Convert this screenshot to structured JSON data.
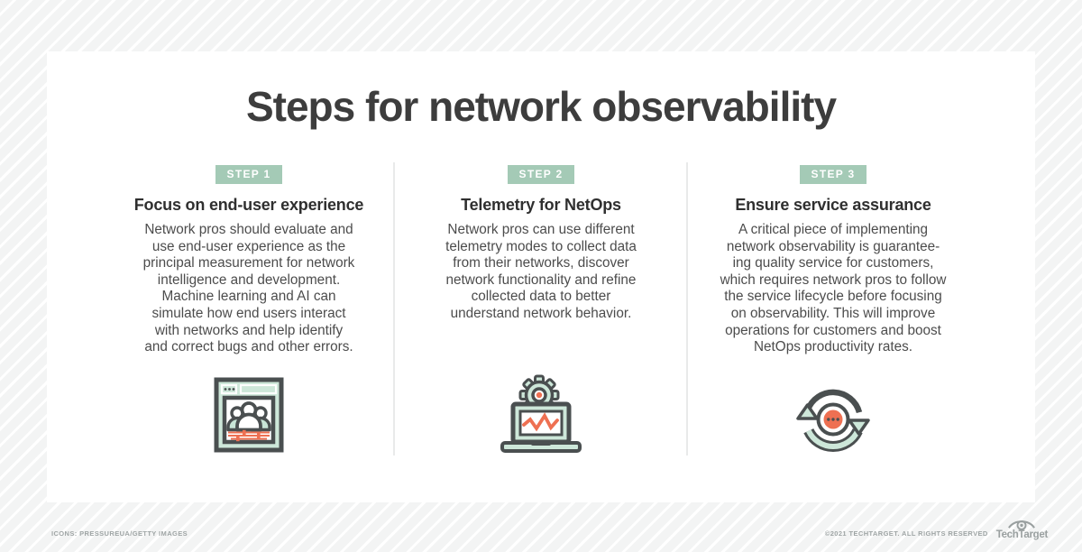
{
  "page": {
    "title": "Steps for network observability"
  },
  "steps": [
    {
      "badge": "STEP 1",
      "heading": "Focus on end-user experience",
      "body": "Network pros should evaluate and\nuse end-user experience as the\nprincipal measurement for network\nintelligence and development.\nMachine learning and AI can\nsimulate how end users interact\nwith networks and help identify\nand correct bugs and other errors.",
      "icon": "browser-audience-icon"
    },
    {
      "badge": "STEP 2",
      "heading": "Telemetry for NetOps",
      "body": "Network pros can use different\ntelemetry modes to collect data\nfrom their networks, discover\nnetwork functionality and refine\ncollected data to better\nunderstand network behavior.",
      "icon": "laptop-telemetry-icon"
    },
    {
      "badge": "STEP 3",
      "heading": "Ensure service assurance",
      "body": "A critical piece of implementing\nnetwork observability is guarantee-\ning quality service for customers,\nwhich requires network pros to follow\nthe service lifecycle before focusing\non observability.  This will improve\noperations for customers and boost\nNetOps productivity rates.",
      "icon": "cycle-arrows-icon"
    }
  ],
  "footer": {
    "credits": "ICONS: PRESSUREUA/GETTY IMAGES",
    "copyright": "©2021 TECHTARGET. ALL RIGHTS RESERVED",
    "brand": "TechTarget"
  },
  "colors": {
    "badge_green": "#a4cab6",
    "icon_mint": "#cde7d9",
    "icon_orange": "#ee7052",
    "icon_outline": "#4a4f50",
    "title_text": "#3d3d3d",
    "body_text": "#4c4c4c",
    "divider": "#e9eaea",
    "footer_text": "#9fa5a5"
  }
}
